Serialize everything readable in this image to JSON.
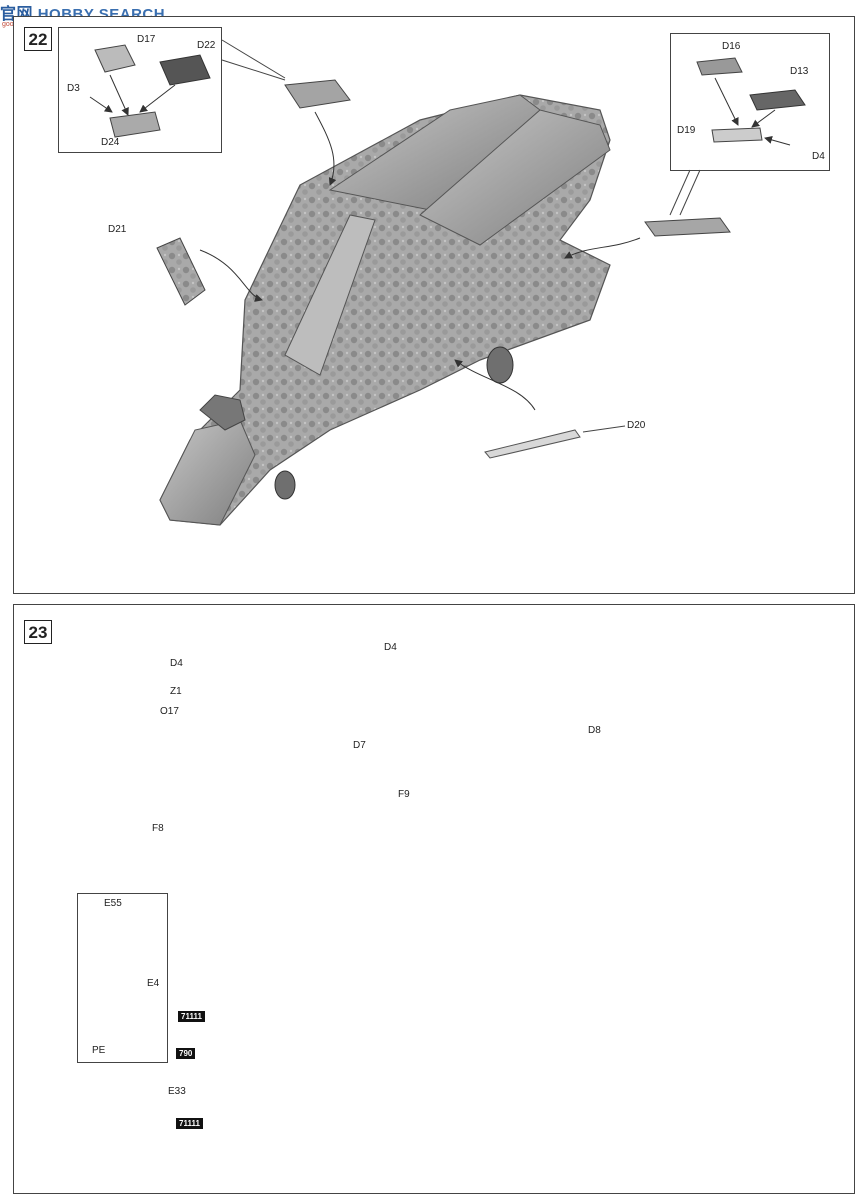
{
  "watermark": {
    "cn": "官网",
    "brand": "HOBBY SEARCH",
    "url": "goo-shop.com"
  },
  "steps": [
    {
      "number": "22",
      "labels": {
        "d17": "D17",
        "d22": "D22",
        "d3": "D3",
        "d24": "D24",
        "d16": "D16",
        "d13": "D13",
        "d19": "D19",
        "d4": "D4",
        "d21": "D21",
        "d20": "D20"
      }
    },
    {
      "number": "23",
      "labels": {
        "d4a": "D4",
        "z1": "Z1",
        "o17": "O17",
        "d7": "D7",
        "d4b": "D4",
        "d8": "D8",
        "f8": "F8",
        "f9": "F9",
        "e55": "E55",
        "e4": "E4",
        "pe": "PE",
        "e33": "E33"
      },
      "codes": {
        "a": "71111",
        "b": "790",
        "c": "71111"
      }
    }
  ]
}
